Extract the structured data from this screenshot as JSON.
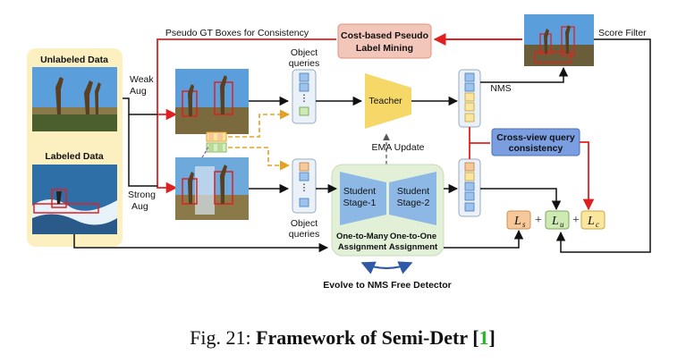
{
  "diagram": {
    "labels": {
      "unlabeled_data": "Unlabeled Data",
      "labeled_data": "Labeled Data",
      "weak": "Weak",
      "weak_aug": "Aug",
      "strong": "Strong",
      "strong_aug": "Aug",
      "pseudo_gt": "Pseudo GT Boxes for Consistency",
      "cost_line1": "Cost-based Pseudo",
      "cost_line2": "Label Mining",
      "score_filter": "Score Filter",
      "nms": "NMS",
      "object_queries_top_1": "Object",
      "object_queries_top_2": "queries",
      "object_queries_bottom_1": "Object",
      "object_queries_bottom_2": "queries",
      "teacher": "Teacher",
      "ema_update": "EMA  Update",
      "cross_view_1": "Cross-view query",
      "cross_view_2": "consistency",
      "student_stage1_1": "Student",
      "student_stage1_2": "Stage-1",
      "student_stage2_1": "Student",
      "student_stage2_2": "Stage-2",
      "one_to_many_1": "One-to-Many",
      "one_to_many_2": "Assignment",
      "one_to_one_1": "One-to-One",
      "one_to_one_2": "Assignment",
      "evolve": "Evolve to NMS Free Detector",
      "loss_s": "L",
      "loss_s_sub": "s",
      "loss_u": "L",
      "loss_u_sub": "u",
      "loss_c": "L",
      "loss_c_sub": "c",
      "plus1": "+",
      "plus2": "+"
    },
    "colors": {
      "red_arrow": "#e02020",
      "orange_dashed": "#e8a020",
      "yellow_panel": "#fdf0c0",
      "green_panel": "#e2f0d8",
      "blue_stage": "#8db8e6",
      "teacher_yellow": "#f5d868",
      "cost_box": "#f3c6ba",
      "cross_box": "#7a9ee0",
      "loss_orange": "#f7c89a",
      "loss_green": "#cfe9b4",
      "loss_yellow": "#fbe6a0"
    }
  },
  "caption": {
    "prefix": "Fig. 21: ",
    "title": "Framework of Semi-Detr [",
    "ref": "1",
    "suffix": "]"
  }
}
